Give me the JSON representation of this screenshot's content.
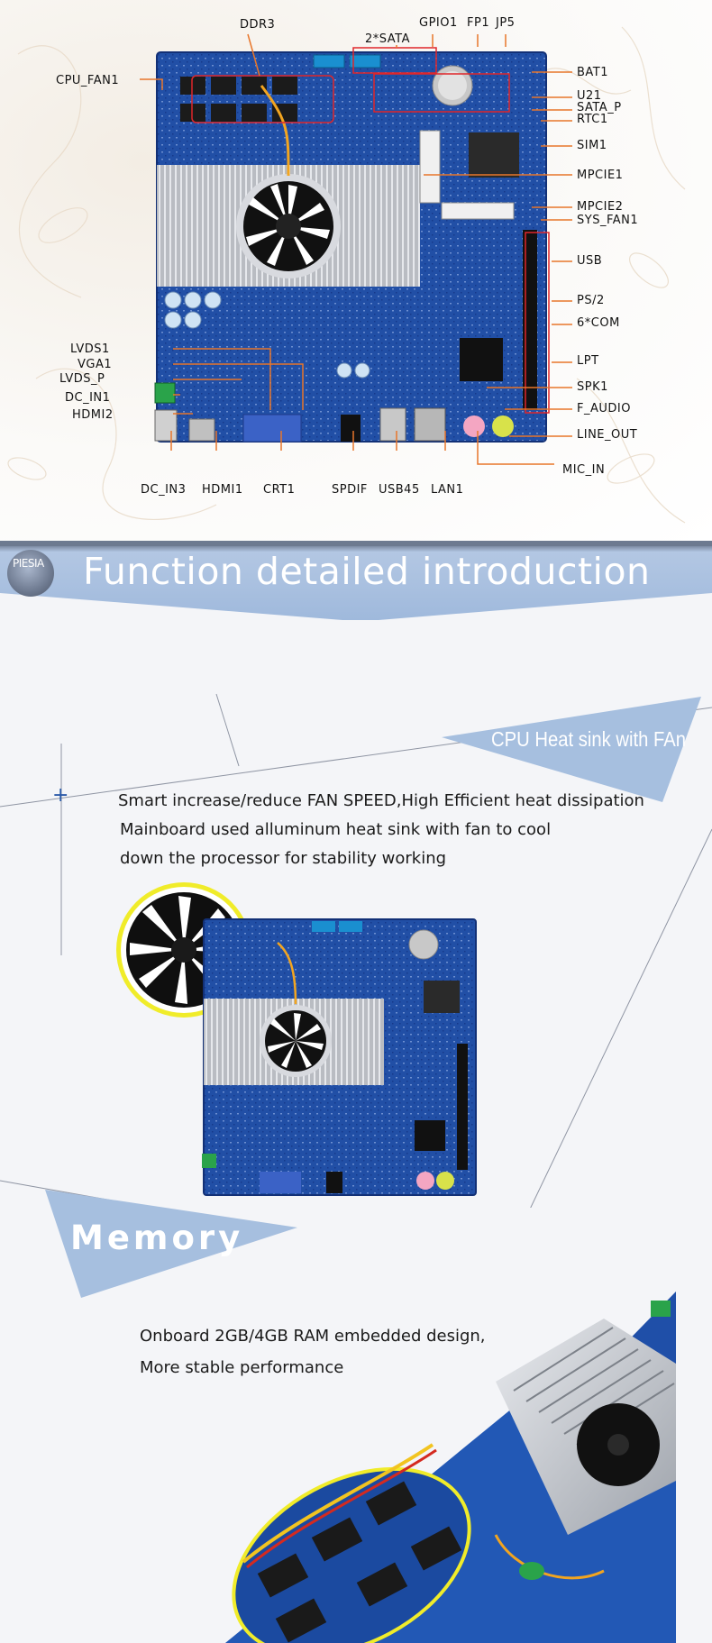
{
  "board_labels": {
    "ddr3": "DDR3",
    "sata": "2*SATA",
    "gpio1": "GPIO1",
    "fp1": "FP1",
    "jp5": "JP5",
    "cpu_fan1": "CPU_FAN1",
    "bat1": "BAT1",
    "u21": "U21",
    "sata_p": "SATA_P",
    "rtc1": "RTC1",
    "sim1": "SIM1",
    "mpcie1": "MPCIE1",
    "mpcie2": "MPCIE2",
    "sys_fan1": "SYS_FAN1",
    "usb": "USB",
    "ps2": "PS/2",
    "com": "6*COM",
    "lpt": "LPT",
    "spk1": "SPK1",
    "f_audio": "F_AUDIO",
    "line_out": "LINE_OUT",
    "mic_in": "MIC_IN",
    "lvds1": "LVDS1",
    "vga1": "VGA1",
    "lvds_p": "LVDS_P",
    "dc_in1": "DC_IN1",
    "hdmi2": "HDMI2",
    "dc_in3": "DC_IN3",
    "hdmi1": "HDMI1",
    "crt1": "CRT1",
    "spdif": "SPDIF",
    "usb45": "USB45",
    "lan1": "LAN1"
  },
  "banner": {
    "logo": "PIESIA",
    "title": "Function detailed introduction"
  },
  "cpu_section": {
    "heading": "CPU Heat sink with FAn",
    "lines": [
      "Smart increase/reduce FAN SPEED,High Efficient heat dissipation",
      "Mainboard used alluminum heat sink with fan to cool",
      "down the processor for stability working"
    ]
  },
  "memory_section": {
    "heading": "Memory",
    "lines": [
      "Onboard 2GB/4GB RAM embedded design,",
      "More stable performance"
    ]
  },
  "colors": {
    "banner_blue": "#a8c2e2",
    "heading_blue": "#a6bfdf",
    "pcb_blue": "#1f4fa8",
    "callout_red": "#e0262a",
    "callout_orange": "#e8762a",
    "highlight_yellow": "#f0ec2a"
  }
}
